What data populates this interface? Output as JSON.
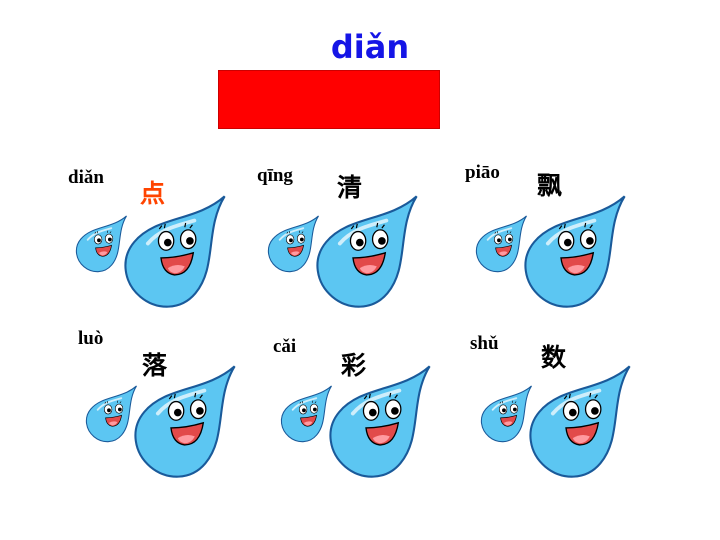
{
  "slide": {
    "title": "diǎn",
    "title_color": "#1515e6",
    "answer_box_color": "#ff0000"
  },
  "characters": [
    {
      "pinyin": "diǎn",
      "hanzi": "点",
      "hanzi_color": "#ff4400"
    },
    {
      "pinyin": "qīng",
      "hanzi": "清",
      "hanzi_color": "#000000"
    },
    {
      "pinyin": "piāo",
      "hanzi": "飘",
      "hanzi_color": "#000000"
    },
    {
      "pinyin": "luò",
      "hanzi": "落",
      "hanzi_color": "#000000"
    },
    {
      "pinyin": "cǎi",
      "hanzi": "彩",
      "hanzi_color": "#000000"
    },
    {
      "pinyin": "shǔ",
      "hanzi": "数",
      "hanzi_color": "#000000"
    }
  ],
  "illustration": {
    "icon": "smiling-raindrop-icon",
    "fill_color": "#5cc6f2",
    "outline_color": "#1a5a9a"
  }
}
